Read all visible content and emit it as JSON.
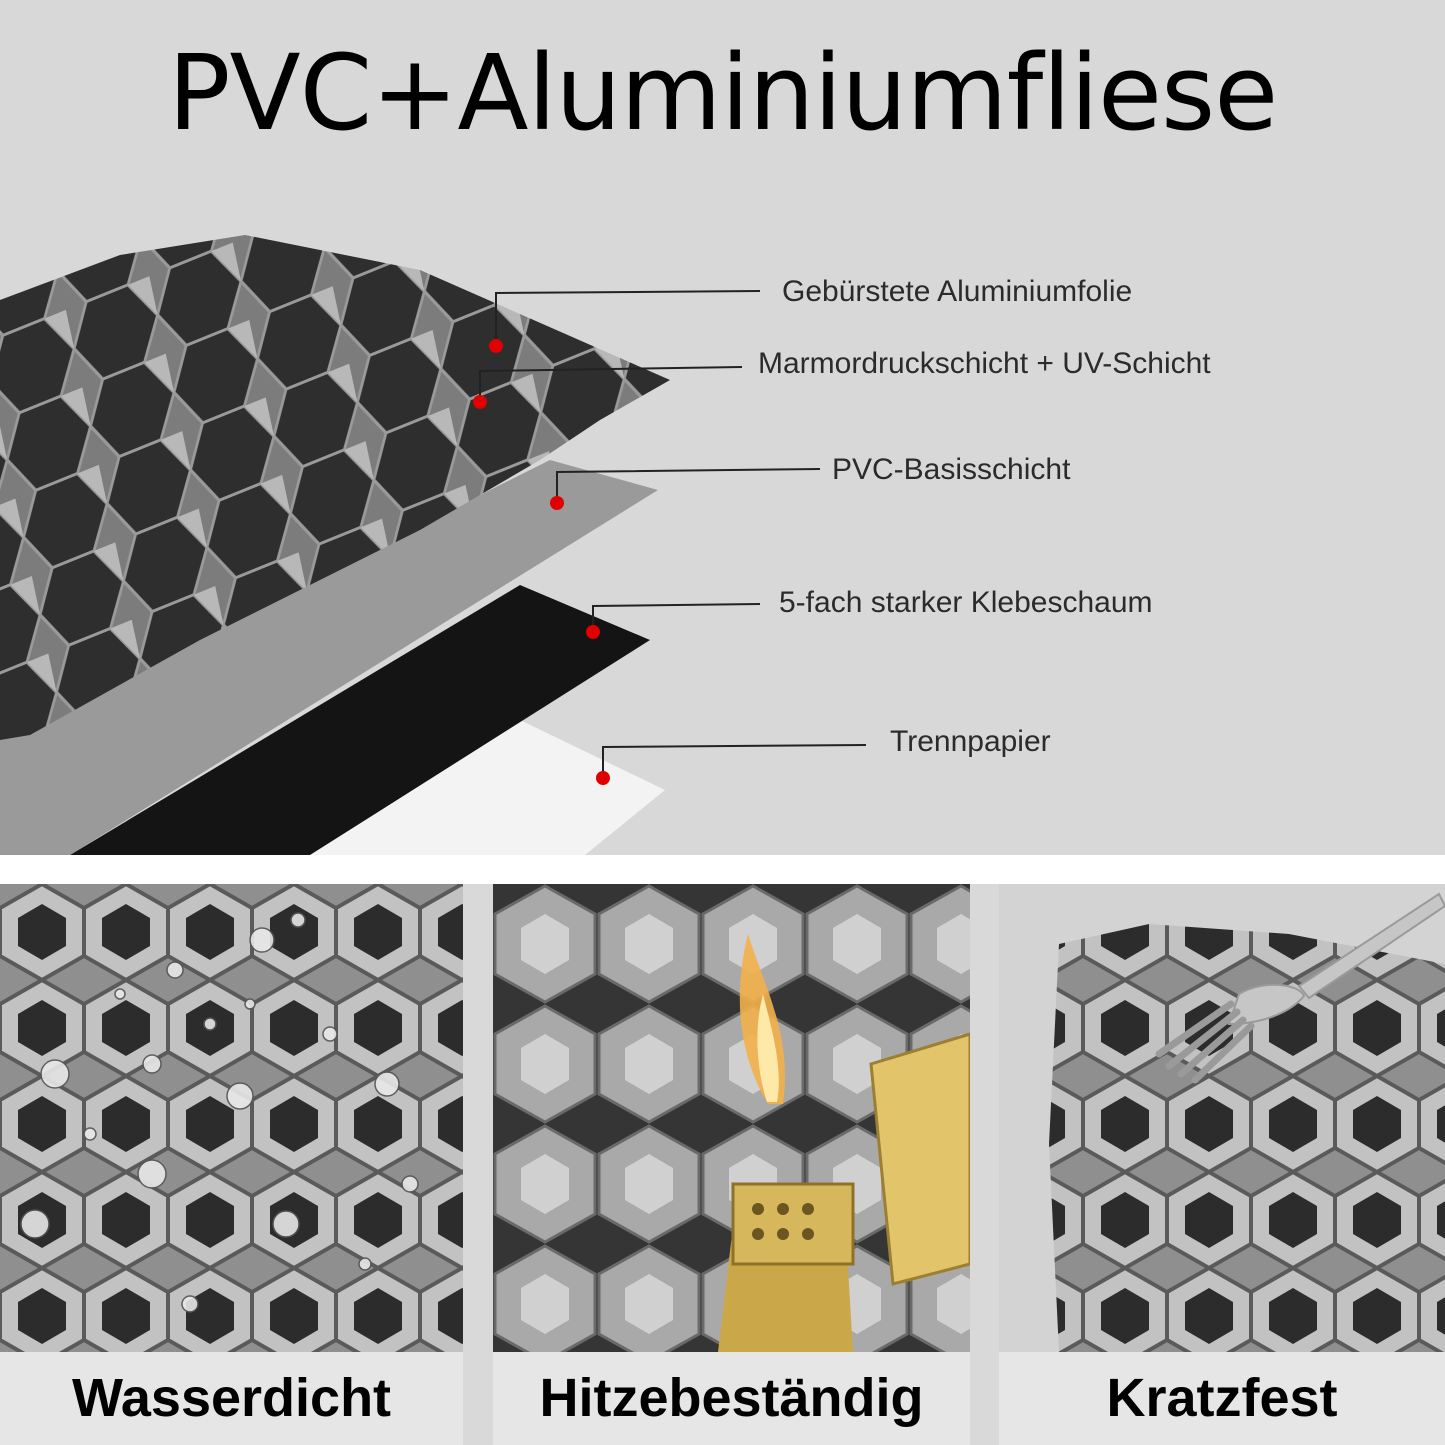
{
  "title": "PVC+Aluminiumfliese",
  "layers": [
    {
      "id": "foil",
      "label": "Gebürstete Aluminiumfolie"
    },
    {
      "id": "print",
      "label": "Marmordruckschicht + UV-Schicht"
    },
    {
      "id": "pvc",
      "label": "PVC-Basisschicht"
    },
    {
      "id": "foam",
      "label": "5-fach starker Klebeschaum"
    },
    {
      "id": "paper",
      "label": "Trennpapier"
    }
  ],
  "features": [
    {
      "id": "water",
      "label": "Wasserdicht",
      "icon": "water-drops-icon"
    },
    {
      "id": "heat",
      "label": "Hitzebeständig",
      "icon": "lighter-icon"
    },
    {
      "id": "scratch",
      "label": "Kratzfest",
      "icon": "fork-icon"
    }
  ],
  "colors": {
    "marker": "#e00000",
    "background": "#d8d8d8",
    "caption_band": "#e6e6e6"
  }
}
